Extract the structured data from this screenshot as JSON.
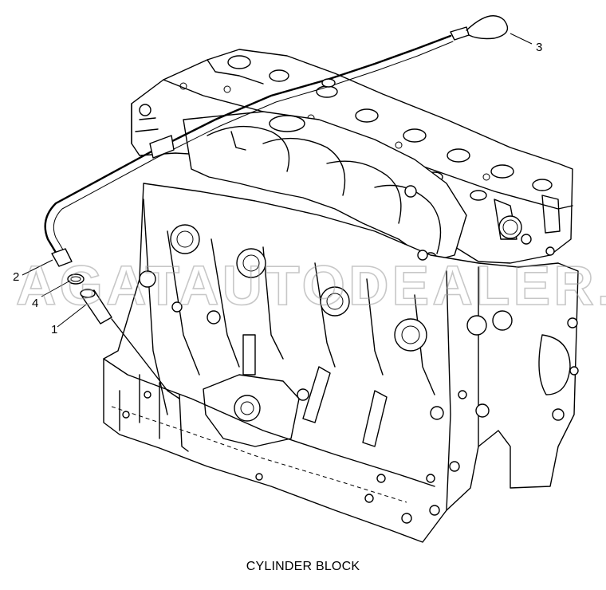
{
  "caption": "CYLINDER BLOCK",
  "watermark": "AGATAUTODEALER.RU",
  "callouts": [
    {
      "id": "1",
      "label": "1"
    },
    {
      "id": "2",
      "label": "2"
    },
    {
      "id": "3",
      "label": "3"
    },
    {
      "id": "4",
      "label": "4"
    }
  ],
  "colors": {
    "line": "#000000",
    "background": "#ffffff",
    "watermark": "#9a9a9a"
  }
}
